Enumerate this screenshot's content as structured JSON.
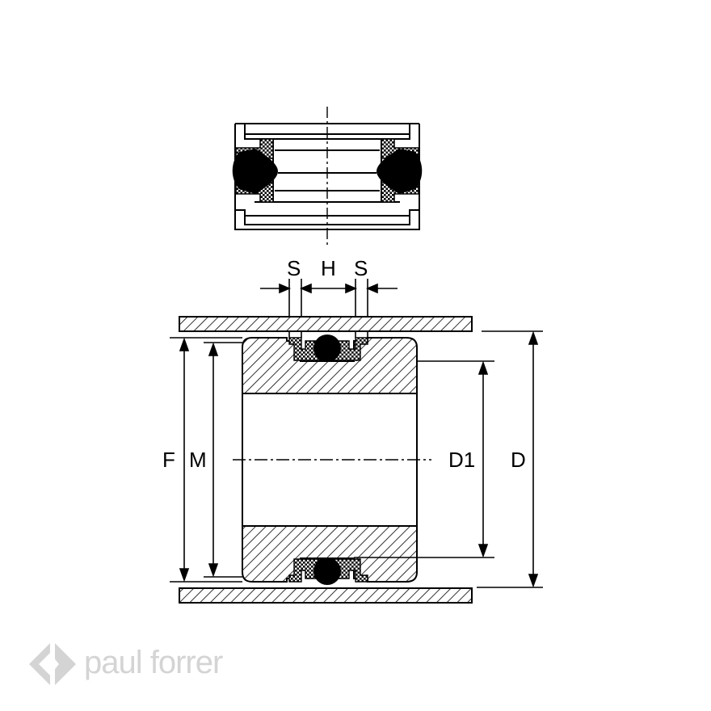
{
  "labels": {
    "s_left": "S",
    "h": "H",
    "s_right": "S",
    "f": "F",
    "m": "M",
    "d1": "D1",
    "d": "D"
  },
  "brand": {
    "name": "paul forrer"
  },
  "colors": {
    "line": "#000000",
    "logo_gray": "#d4d4d4"
  }
}
